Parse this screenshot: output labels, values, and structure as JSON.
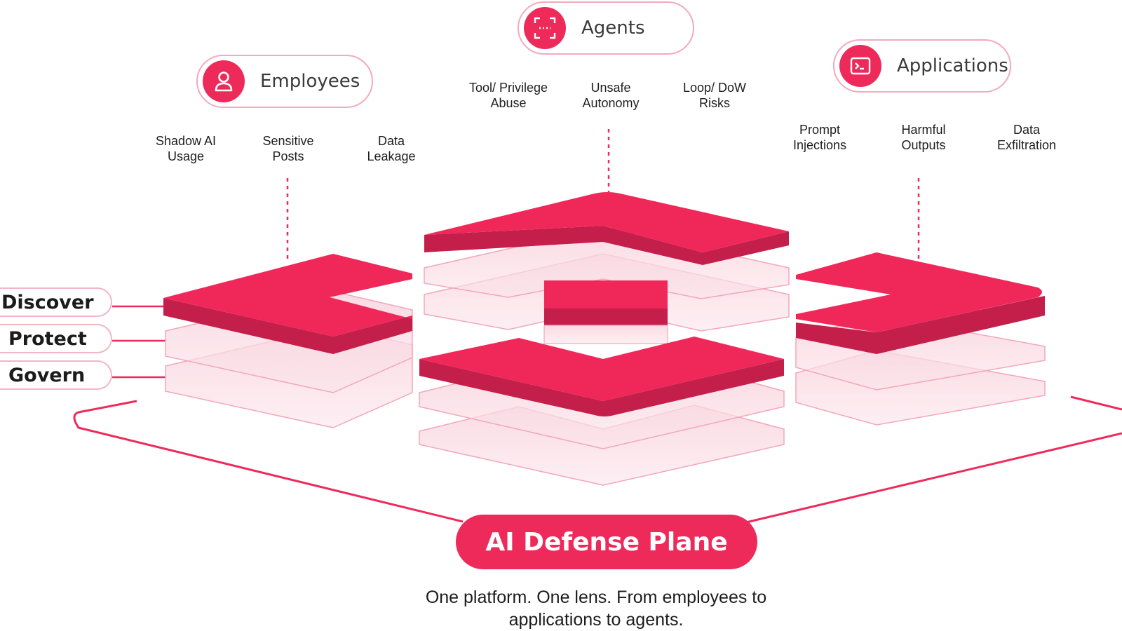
{
  "pillars": {
    "employees": {
      "label": "Employees",
      "icon": "user-icon"
    },
    "agents": {
      "label": "Agents",
      "icon": "agent-scan-icon"
    },
    "applications": {
      "label": "Applications",
      "icon": "terminal-icon"
    }
  },
  "risks": {
    "employees": [
      "Shadow AI\nUsage",
      "Sensitive\nPosts",
      "Data\nLeakage"
    ],
    "agents": [
      "Tool/ Privilege\nAbuse",
      "Unsafe\nAutonomy",
      "Loop/ DoW\nRisks"
    ],
    "applications": [
      "Prompt\nInjections",
      "Harmful\nOutputs",
      "Data\nExfiltration"
    ]
  },
  "layers": [
    "Discover",
    "Protect",
    "Govern"
  ],
  "plane": {
    "label": "AI Defense Plane"
  },
  "tagline": "One platform. One lens. From employees to\napplications to agents.",
  "colors": {
    "accent": "#ee2a5b",
    "accent_dark": "#c01f47",
    "ghost": "#f6c2d0"
  }
}
